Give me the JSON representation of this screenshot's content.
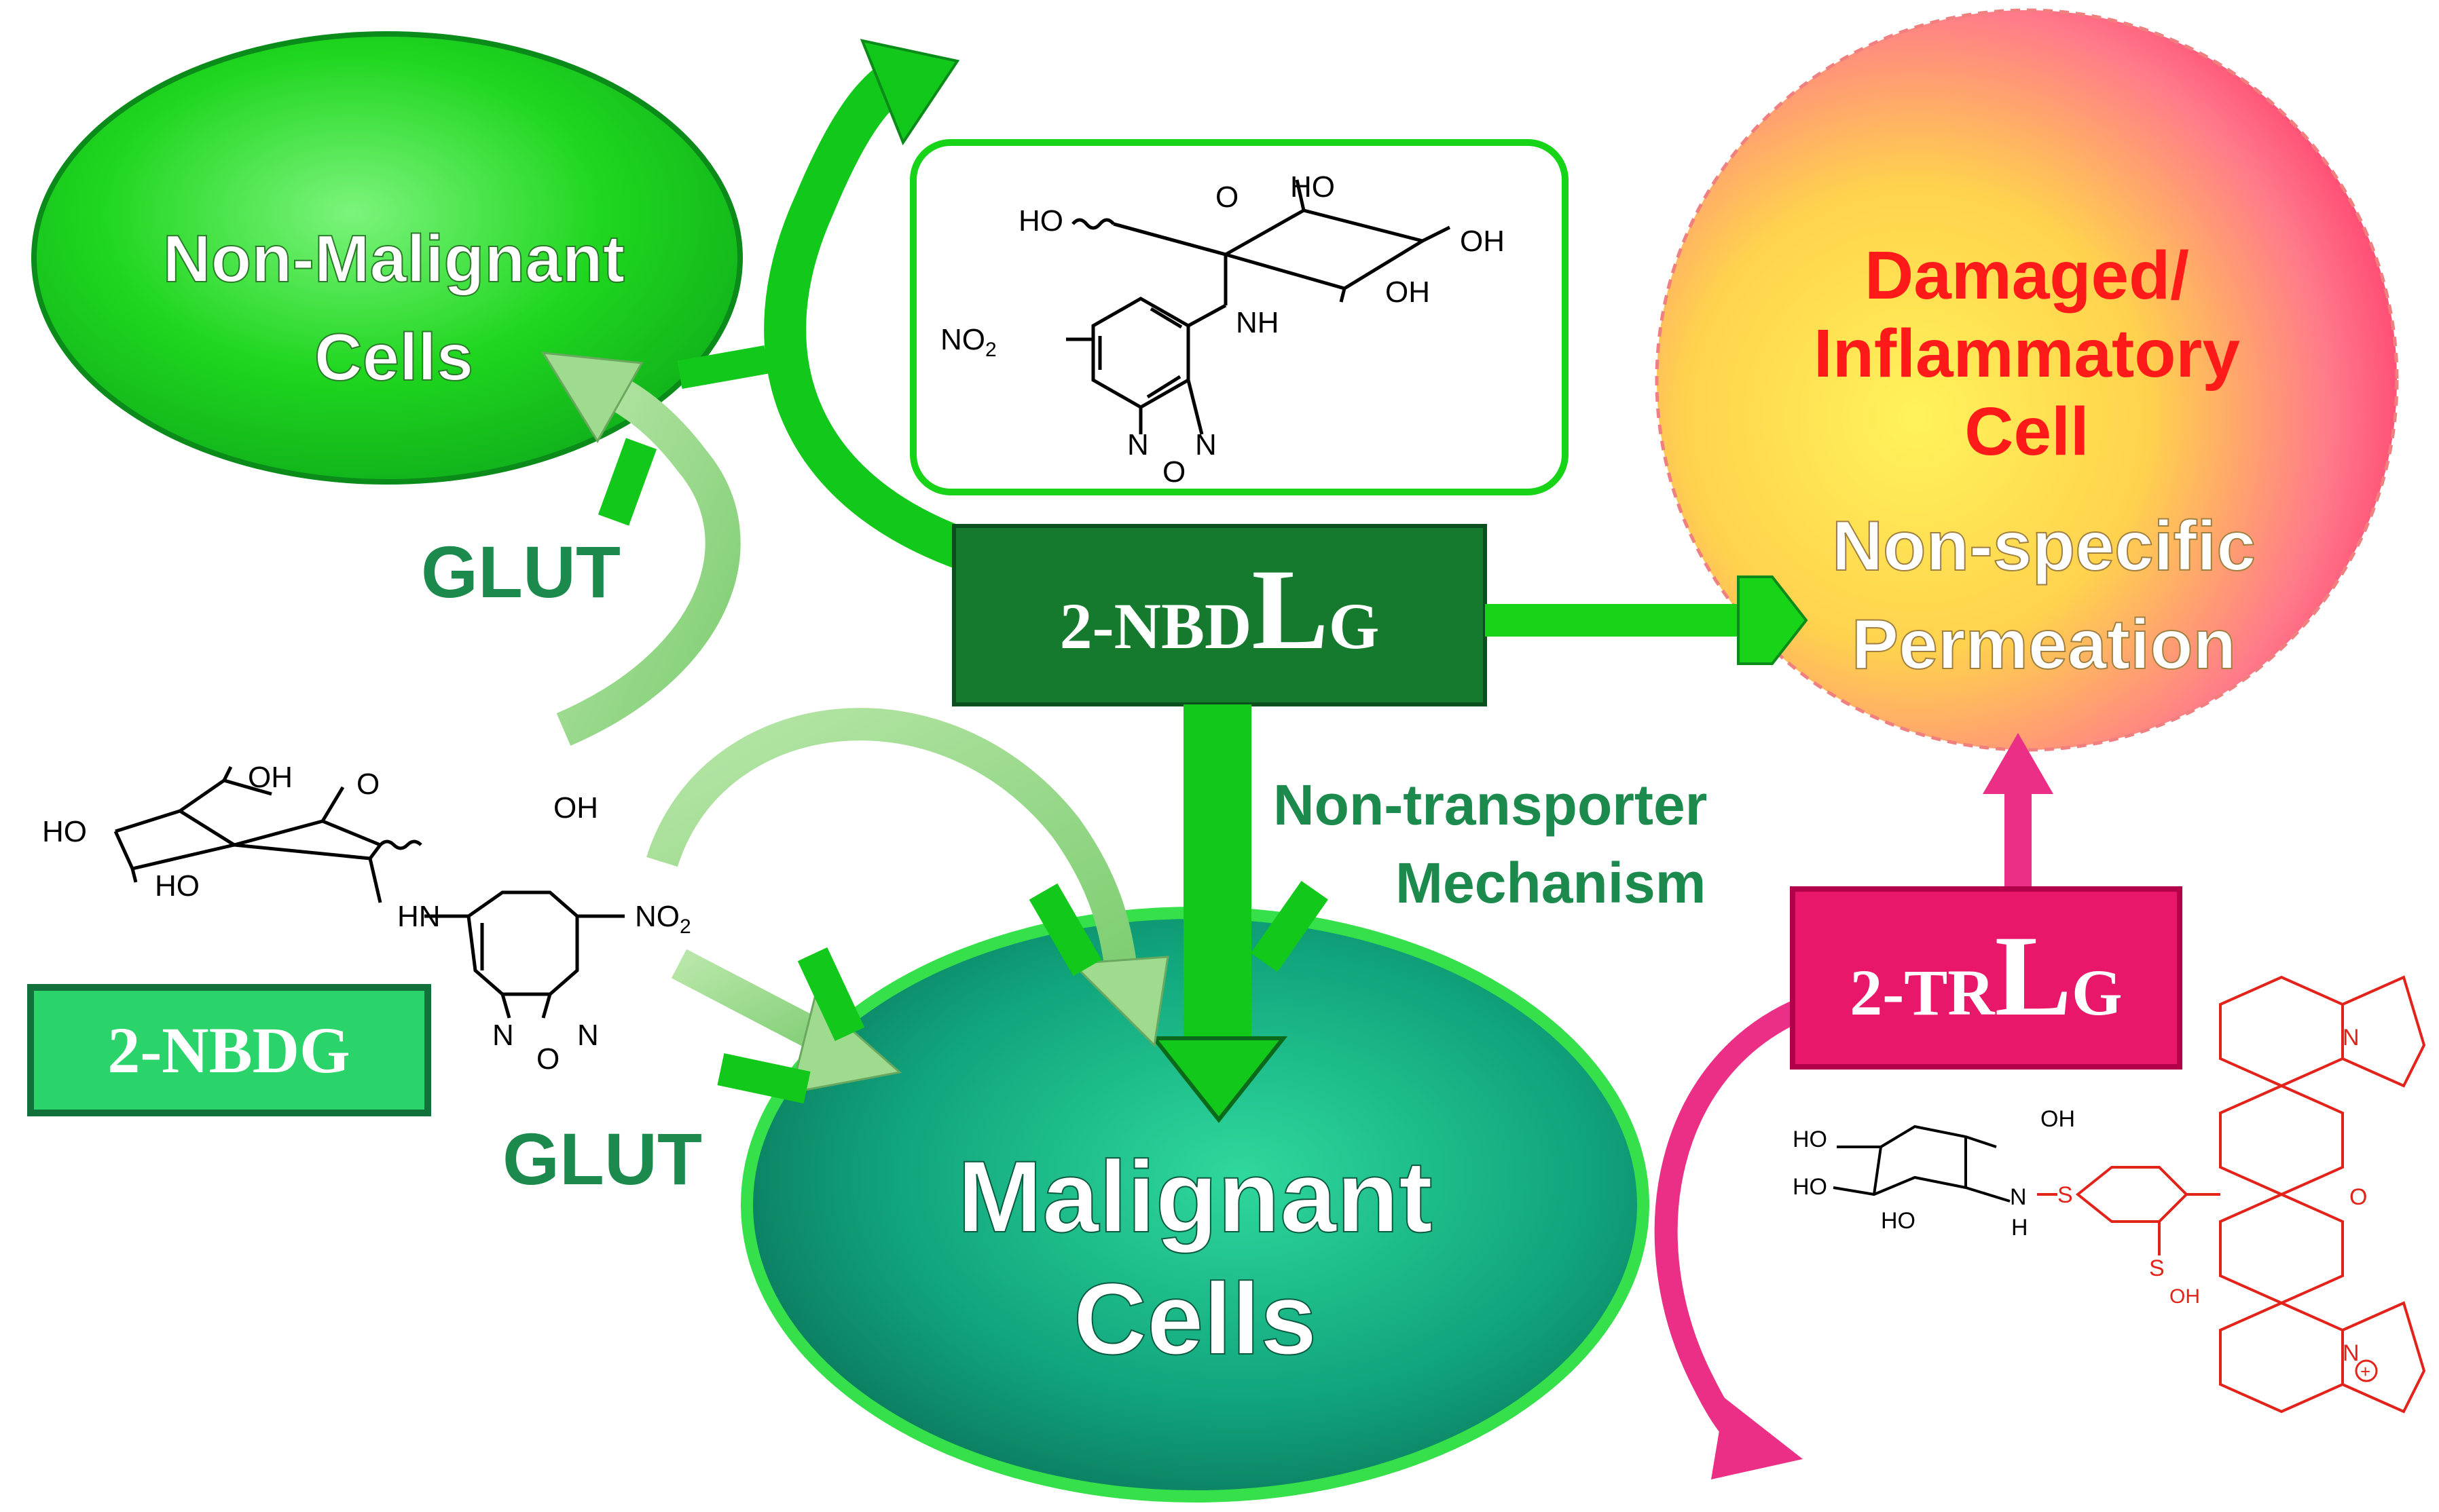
{
  "nodes": {
    "non_malignant": {
      "line1": "Non-Malignant",
      "line2": "Cells"
    },
    "malignant": {
      "line1": "Malignant",
      "line2": "Cells"
    },
    "damaged": {
      "line1": "Damaged/",
      "line2": "Inflammatory",
      "line3": "Cell"
    },
    "permeation": {
      "line1": "Non-specific",
      "line2": "Permeation"
    }
  },
  "labels": {
    "glut_top": "GLUT",
    "glut_bottom": "GLUT",
    "non_transporter_line1": "Non-transporter",
    "non_transporter_line2": "Mechanism"
  },
  "compounds": {
    "nbdlg": {
      "prefix": "2-NBD",
      "big": "L",
      "suffix": "G"
    },
    "trlg": {
      "prefix": "2-TR",
      "big": "L",
      "suffix": "G"
    },
    "nbdg": {
      "name": "2-NBDG"
    }
  },
  "structure_labels": {
    "nbdlg": {
      "ho_top": "HO",
      "o_ring": "O",
      "ho_ch2": "HO",
      "oh_right": "OH",
      "oh_bottom": "OH",
      "nh": "NH",
      "no2": "NO",
      "no2_sub": "2",
      "n_left": "N",
      "n_right": "N",
      "o_bottom": "O"
    },
    "nbdg": {
      "oh_top": "OH",
      "o_ring": "O",
      "oh_right": "OH",
      "ho_left": "HO",
      "ho_bottom": "HO",
      "hn": "HN",
      "no2": "NO",
      "no2_sub": "2",
      "n_left": "N",
      "n_right": "N",
      "o_bottom": "O"
    },
    "trlg": {
      "ho1": "HO",
      "ho2": "HO",
      "ho3": "HO",
      "oh": "OH",
      "n": "N",
      "h": "H",
      "s1": "S",
      "s2": "S",
      "oh_sulf": "OH",
      "o_xanth": "O",
      "n_top": "N",
      "n_bottom": "N",
      "plus": "+"
    }
  },
  "colors": {
    "green_bright": "#18d418",
    "green_dark": "#167a2e",
    "green_label": "#1b8a4c",
    "teal": "#12a07a",
    "pink": "#ec2f86",
    "magenta": "#e8176a",
    "red_text": "#ff1a1a",
    "trlg_red": "#e3231a"
  }
}
